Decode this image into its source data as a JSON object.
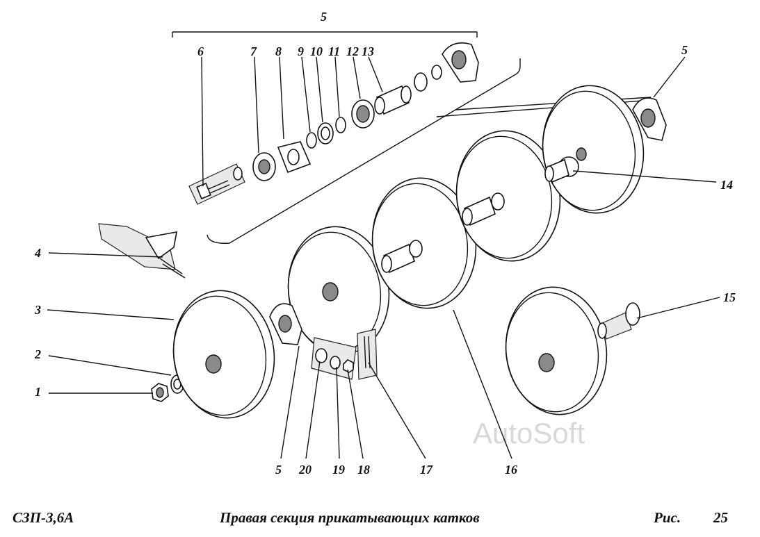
{
  "callouts": {
    "c5top": "5",
    "c6": "6",
    "c7": "7",
    "c8": "8",
    "c9": "9",
    "c10": "10",
    "c11": "11",
    "c12": "12",
    "c13": "13",
    "c5right": "5",
    "c4": "4",
    "c3": "3",
    "c2": "2",
    "c1": "1",
    "c14": "14",
    "c15": "15",
    "c5bottom": "5",
    "c20": "20",
    "c19": "19",
    "c18": "18",
    "c17": "17",
    "c16": "16"
  },
  "footer": {
    "model": "СЗП-3,6А",
    "caption": "Правая секция прикатывающих катков",
    "fig_label": "Рис.",
    "fig_number": "25"
  },
  "watermark": "AutoSoft"
}
